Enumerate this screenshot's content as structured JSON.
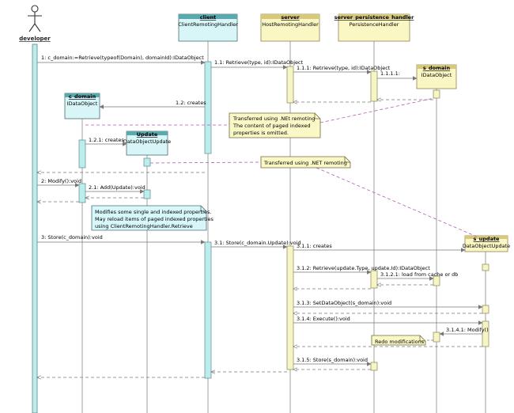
{
  "actor": {
    "name": "developer"
  },
  "participants": {
    "client": {
      "name": "client",
      "type": "ClientRemotingHandler"
    },
    "server": {
      "name": "server",
      "type": "HostRemotingHandler"
    },
    "persist": {
      "name": "server_persistence_handler",
      "type": "PersistenceHandler"
    },
    "s_domain": {
      "name": "s_domain",
      "type": "IDataObject"
    },
    "c_domain": {
      "name": "c_domain",
      "type": "IDataObject"
    },
    "update": {
      "name": "Update",
      "type": "DataObjectUpdate"
    },
    "s_update": {
      "name": "s_update",
      "type": "DataObjectUpdate"
    }
  },
  "messages": {
    "m1": "1: c_domain:=Retrieve(typeof(Domain), domainId):IDataObject",
    "m11": "1.1: Retrieve(type, id):IDataObject",
    "m111": "1.1.1: Retrieve(type, id):IDataObject",
    "m1111": "1.1.1.1:",
    "m12": "1.2: creates",
    "m121": "1.2.1: creates",
    "m2": "2: Modify():void",
    "m21": "2.1: Add(Update):void",
    "m3": "3: Store(c_domain):void",
    "m31": "3.1: Store(c_domain.Update):void",
    "m311": "3.1.1: creates",
    "m312": "3.1.2: Retrieve(update.Type, update.Id):IDataObject",
    "m3121": "3.1.2.1: load from cache or db",
    "m313": "3.1.3: SetDataObject(s_domain):void",
    "m314": "3.1.4: Execute():void",
    "m3141": "3.1.4.1: Modify()",
    "m315": "3.1.5: Store(s_domain):void"
  },
  "notes": {
    "n1": [
      "Transferred using .NEt remoting",
      "The content of paged indexed",
      "properties is omitted."
    ],
    "n2": [
      "Transferred using .NET remoting"
    ],
    "n3": [
      "Modifies some single and indexed properties.",
      "May reload items of paged indexed properties",
      "using ClientRemotingHandler.Retrieve"
    ],
    "n4": [
      "Redo modifications"
    ]
  },
  "colors": {
    "lifeline_dev": "#bdecec",
    "activation_client": "#bdecec",
    "activation_server": "#f6f5c6",
    "participant_server": "#fbf7c5",
    "participant_client": "#d8f5f7",
    "note_client": "#d8f7fb",
    "note_server": "#fbf8c8",
    "dashed_note": "#b45ab4"
  }
}
